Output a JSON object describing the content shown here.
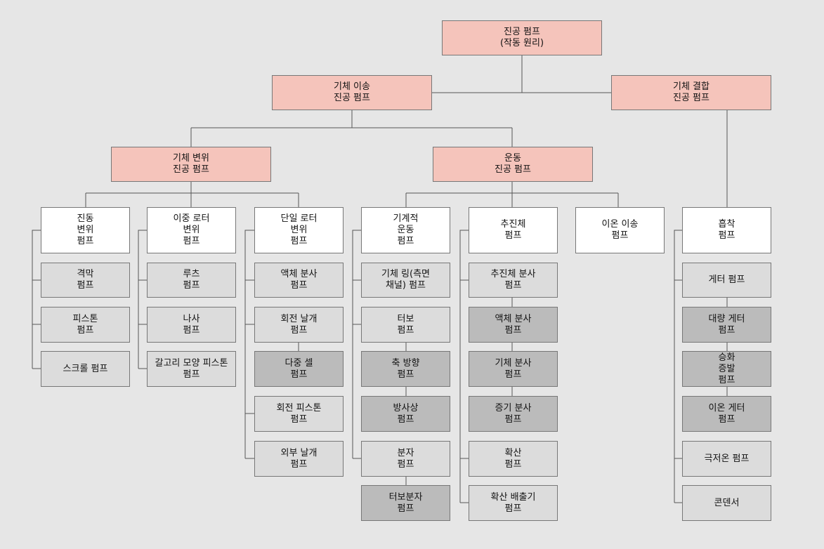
{
  "colors": {
    "background": "#e6e6e6",
    "category": "#f5c4bb",
    "type": "#ffffff",
    "subtype": "#dcdcdc",
    "subtype_dark": "#bbbbbb",
    "line": "#555555"
  },
  "nodes": {
    "root": "진공 펌프\n(작동 원리)",
    "gas_transfer": "기체 이송\n진공 펌프",
    "gas_binding": "기체 결합\n진공 펌프",
    "gas_displacement": "기체 변위\n진공 펌프",
    "momentum": "운동\n진공 펌프",
    "vibrating": "진동\n변위\n펌프",
    "diaphragm": "격막\n펌프",
    "piston": "피스톤\n펌프",
    "scroll": "스크롤 펌프",
    "double_rotor": "이중 로터\n변위\n펌프",
    "roots": "루츠\n펌프",
    "screw": "나사\n펌프",
    "claw": "갈고리 모양 피스톤\n펌프",
    "single_rotor": "단일 로터\n변위\n펌프",
    "liquid_ring": "액체 분사\n펌프",
    "rotary_vane": "회전 날개\n펌프",
    "multi_cell": "다중 셀\n펌프",
    "rotary_piston": "회전 피스톤\n펌프",
    "external_vane": "외부 날개\n펌프",
    "mechanical": "기계적\n운동\n펌프",
    "side_channel": "기체 링(측면\n채널) 펌프",
    "turbo": "터보\n펌프",
    "axial": "축 방향\n펌프",
    "radial": "방사상\n펌프",
    "molecular": "분자\n펌프",
    "turbomolecular": "터보분자\n펌프",
    "propellant": "추진체\n펌프",
    "propellant_jet": "추진체 분사\n펌프",
    "liquid_jet": "액체 분사\n펌프",
    "gas_jet": "기체 분사\n펌프",
    "vapor_jet": "증기 분사\n펌프",
    "diffusion": "확산\n펌프",
    "diffusion_ejector": "확산 배출기\n펌프",
    "ion_transfer": "이온 이송\n펌프",
    "sorption": "흡착\n펌프",
    "getter": "게터 펌프",
    "bulk_getter": "대량 게터\n펌프",
    "sublimation": "승화\n증발\n펌프",
    "ion_getter": "이온 게터\n펌프",
    "cryo": "극저온 펌프",
    "condenser": "콘덴서"
  }
}
